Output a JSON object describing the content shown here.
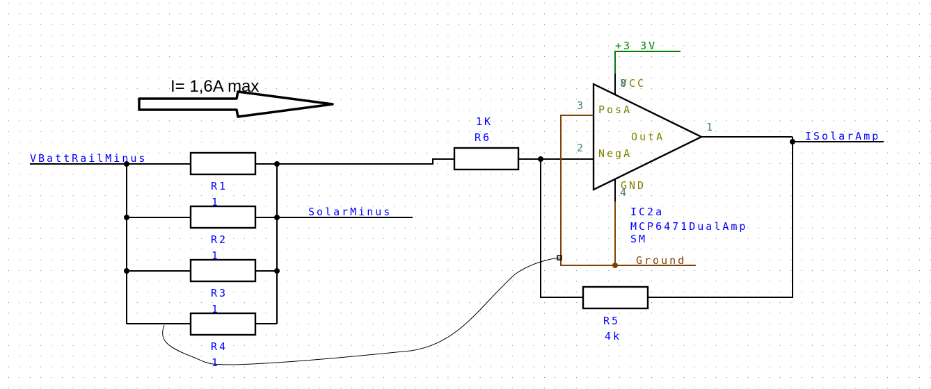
{
  "app": {
    "type": "schematic-editor-canvas"
  },
  "annotation": {
    "text": "I= 1,6A max",
    "arrow_direction": "right"
  },
  "nets": {
    "vbatt_rail_minus": "VBattRailMinus",
    "solar_minus": "SolarMinus",
    "isolar_amp": "ISolarAmp",
    "supply": "+3_3V",
    "ground": "Ground"
  },
  "resistors": [
    {
      "ref": "R1",
      "value": "1"
    },
    {
      "ref": "R2",
      "value": "1"
    },
    {
      "ref": "R3",
      "value": "1"
    },
    {
      "ref": "R4",
      "value": "1"
    },
    {
      "ref": "R5",
      "value": "4k"
    },
    {
      "ref": "R6",
      "value": "1K"
    }
  ],
  "opamp": {
    "ref": "IC2a",
    "part": "MCP6471DualAmp",
    "package": "SM",
    "pins": {
      "vcc": {
        "name": "VCC",
        "num": "8"
      },
      "pos": {
        "name": "PosA",
        "num": "3"
      },
      "neg": {
        "name": "NegA",
        "num": "2"
      },
      "out": {
        "name": "OutA",
        "num": "1"
      },
      "gnd": {
        "name": "GND",
        "num": "4"
      }
    }
  },
  "colors": {
    "wire": "#000000",
    "net_label": "#0000ff",
    "pin_name": "#808000",
    "pin_number": "#408080",
    "power_net": "#008000",
    "ground_net": "#804000",
    "grid_dot": "#808080"
  }
}
